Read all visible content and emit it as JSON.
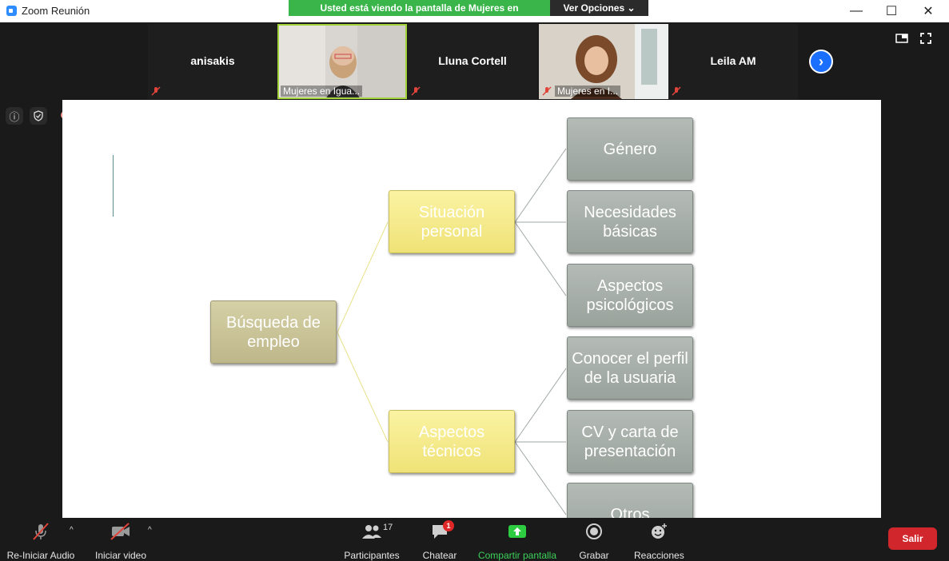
{
  "window": {
    "title": "Zoom Reunión",
    "minimize_label": "—",
    "maximize_label": "☐",
    "close_label": "✕"
  },
  "share_banner": {
    "status": "Usted está viendo la pantalla de Mujeres en Igualdad",
    "options_label": "Ver Opciones ⌄"
  },
  "participants": [
    {
      "name": "anisakis",
      "video": false,
      "muted": true
    },
    {
      "name": "Mujeres en Igua...",
      "video": true,
      "muted": false
    },
    {
      "name": "Lluna Cortell",
      "video": false,
      "muted": true
    },
    {
      "name": "Mujeres en I...",
      "video": true,
      "muted": true
    },
    {
      "name": "Leila AM",
      "video": false,
      "muted": true
    }
  ],
  "slide": {
    "root": "Búsqueda de empleo",
    "mid": [
      "Situación personal",
      "Aspectos técnicos"
    ],
    "leaves": [
      "Género",
      "Necesidades básicas",
      "Aspectos psicológicos",
      "Conocer el perfil de la usuaria",
      "CV y carta de presentación",
      "Otros"
    ],
    "colors": {
      "root": "#cfc99f",
      "mid": "#f6ec8e",
      "leaf": "#a8aea9"
    }
  },
  "toolbar": {
    "audio_label": "Re-Iniciar Audio",
    "video_label": "Iniciar video",
    "participants_label": "Participantes",
    "participants_count": "17",
    "chat_label": "Chatear",
    "chat_badge": "1",
    "share_label": "Compartir pantalla",
    "record_label": "Grabar",
    "reactions_label": "Reacciones",
    "leave_label": "Salir"
  }
}
